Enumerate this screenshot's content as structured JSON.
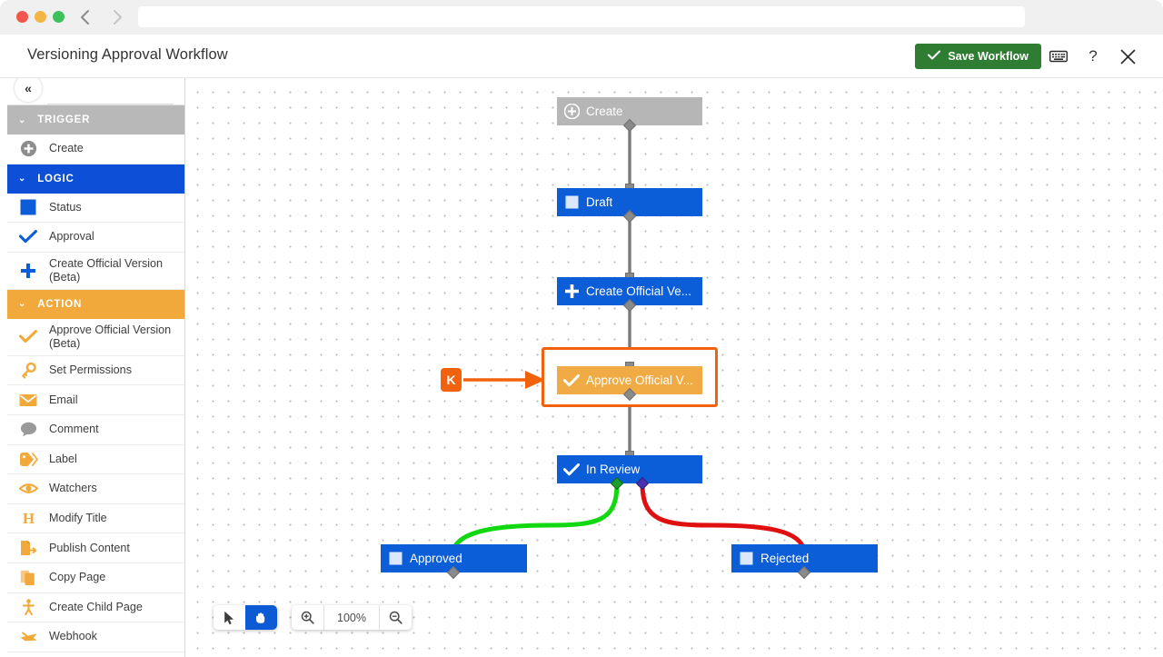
{
  "window": {
    "traffic_lights": [
      "close",
      "minimize",
      "maximize"
    ],
    "back_label": "back-arrow",
    "forward_label": "forward-arrow",
    "address_value": ""
  },
  "header": {
    "title": "Versioning Approval Workflow",
    "save_label": "Save Workflow",
    "save_color": "#2e7d32",
    "keyboard_icon": "keyboard-icon",
    "help_label": "?",
    "close_label": "✕"
  },
  "sidebar": {
    "collapse_label": "«",
    "sections": [
      {
        "label": "TRIGGER",
        "color": "#b8b8b8",
        "caret": "⌄",
        "items": [
          {
            "label": "Create",
            "icon": "plus-circle-icon",
            "color": "#8d8d8d"
          }
        ]
      },
      {
        "label": "LOGIC",
        "color": "#0d4fd6",
        "caret": "⌄",
        "items": [
          {
            "label": "Status",
            "icon": "square-icon",
            "color": "#0b5ed7"
          },
          {
            "label": "Approval",
            "icon": "check-icon",
            "color": "#0b5ed7"
          },
          {
            "label": "Create Official Version (Beta)",
            "icon": "plus-icon",
            "color": "#0b5ed7"
          }
        ]
      },
      {
        "label": "ACTION",
        "color": "#f2a93b",
        "caret": "⌄",
        "items": [
          {
            "label": "Approve Official Version (Beta)",
            "icon": "check-icon",
            "color": "#f2a93b"
          },
          {
            "label": "Set Permissions",
            "icon": "key-icon",
            "color": "#f2a93b"
          },
          {
            "label": "Email",
            "icon": "envelope-icon",
            "color": "#f2a93b"
          },
          {
            "label": "Comment",
            "icon": "speech-bubble-icon",
            "color": "#f2a93b"
          },
          {
            "label": "Label",
            "icon": "tag-icon",
            "color": "#f2a93b"
          },
          {
            "label": "Watchers",
            "icon": "eye-icon",
            "color": "#f2a93b"
          },
          {
            "label": "Modify Title",
            "icon": "heading-h-icon",
            "color": "#f2a93b"
          },
          {
            "label": "Publish Content",
            "icon": "publish-icon",
            "color": "#f2a93b"
          },
          {
            "label": "Copy Page",
            "icon": "copy-icon",
            "color": "#f2a93b"
          },
          {
            "label": "Create Child Page",
            "icon": "child-page-icon",
            "color": "#f2a93b"
          },
          {
            "label": "Webhook",
            "icon": "webhook-plane-icon",
            "color": "#f2a93b"
          }
        ]
      }
    ]
  },
  "canvas": {
    "annotation_marker": "K",
    "annotation_color": "#f2610c",
    "nodes": [
      {
        "id": "create",
        "label": "Create",
        "icon": "plus-circle-icon",
        "type": "trigger",
        "color": "#b6b6b6"
      },
      {
        "id": "draft",
        "label": "Draft",
        "icon": "square-icon",
        "type": "status",
        "color": "#0b5ed7"
      },
      {
        "id": "createov",
        "label": "Create Official Ve...",
        "icon": "plus-icon",
        "type": "logic",
        "color": "#0b5ed7"
      },
      {
        "id": "approveov",
        "label": "Approve Official V...",
        "icon": "check-icon",
        "type": "action",
        "color": "#f0ab44",
        "selected": true
      },
      {
        "id": "inreview",
        "label": "In Review",
        "icon": "check-icon",
        "type": "approval",
        "color": "#0b5ed7"
      },
      {
        "id": "approved",
        "label": "Approved",
        "icon": "square-icon",
        "type": "status",
        "color": "#0b5ed7"
      },
      {
        "id": "rejected",
        "label": "Rejected",
        "icon": "square-icon",
        "type": "status",
        "color": "#0b5ed7"
      }
    ],
    "edges": [
      {
        "from": "create",
        "to": "draft",
        "color": "#7a7a7a"
      },
      {
        "from": "draft",
        "to": "createov",
        "color": "#7a7a7a"
      },
      {
        "from": "createov",
        "to": "approveov",
        "color": "#7a7a7a"
      },
      {
        "from": "approveov",
        "to": "inreview",
        "color": "#7a7a7a"
      },
      {
        "from": "inreview",
        "to": "approved",
        "color": "#12d812"
      },
      {
        "from": "inreview",
        "to": "rejected",
        "color": "#e01010"
      }
    ]
  },
  "toolbar": {
    "pointer_icon": "cursor-arrow-icon",
    "hand_icon": "hand-icon",
    "hand_active": true,
    "zoom_in_icon": "zoom-in-icon",
    "zoom_out_icon": "zoom-out-icon",
    "zoom_level": "100%"
  }
}
